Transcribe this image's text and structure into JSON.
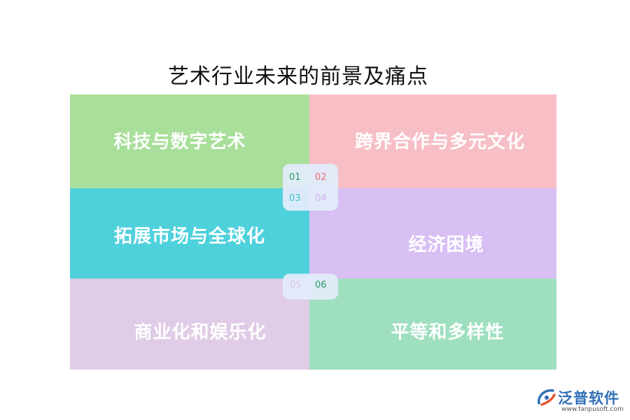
{
  "title": "艺术行业未来的前景及痛点",
  "quadrants": [
    {
      "num": "01",
      "label": "科技与数字艺术",
      "bg": "#a8df9a",
      "num_color": "#2e9a6a"
    },
    {
      "num": "02",
      "label": "跨界合作与多元文化",
      "bg": "#f7bec6",
      "num_color": "#e86a78"
    },
    {
      "num": "03",
      "label": "拓展市场与全球化",
      "bg": "#4fd1dc",
      "num_color": "#3ec2cf"
    },
    {
      "num": "04",
      "label": "经济困境",
      "bg": "#d8bff3",
      "num_color": "#d6b3ee"
    },
    {
      "num": "05",
      "label": "商业化和娱乐化",
      "bg": "#e0cce6",
      "num_color": "#dcc6e4"
    },
    {
      "num": "06",
      "label": "平等和多样性",
      "bg": "#9edfbf",
      "num_color": "#2e9a6a"
    }
  ],
  "logo": {
    "name": "泛普软件",
    "url": "www.fanpusoft.com",
    "icon": "fanpu-logo-icon",
    "brand_color": "#2f6fb6",
    "accent_color": "#e8542c"
  }
}
